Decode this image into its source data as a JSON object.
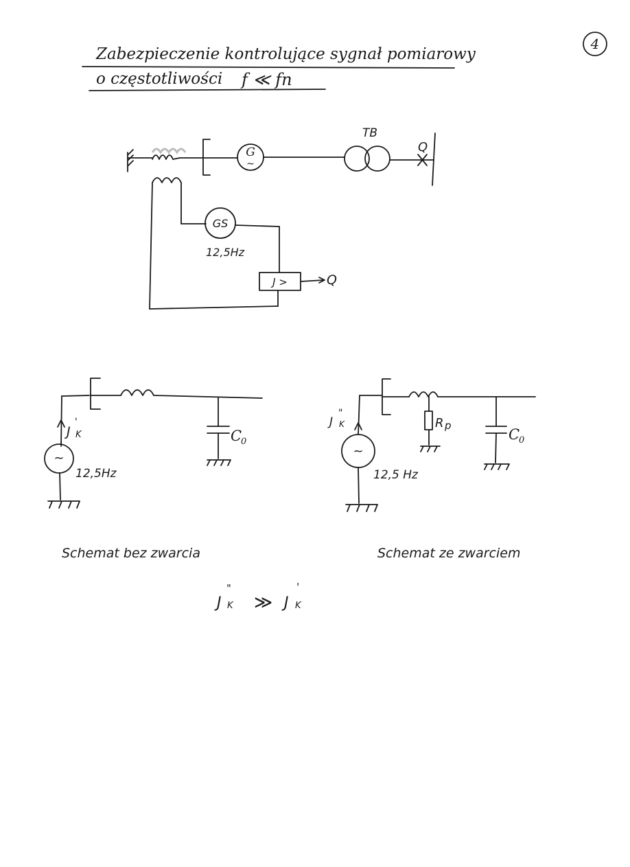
{
  "page_number": "4",
  "title": {
    "line1": "Zabezpieczenie kontrolujące sygnał pomiarowy",
    "line2_prefix": "o częstotliwości",
    "line2_formula": "f ≪ fn"
  },
  "top_diagram": {
    "transformer_label": "TB",
    "breaker_label": "Q",
    "generator_label": "G",
    "generator_symbol": "~",
    "aux_generator_label": "GS",
    "aux_generator_freq": "12,5Hz",
    "relay_label": "J >",
    "relay_output": "Q"
  },
  "left_circuit": {
    "current_label": "J",
    "current_prime": "'",
    "current_sub": "K",
    "source_symbol": "~",
    "source_freq": "12,5Hz",
    "capacitor_label": "C",
    "capacitor_sub": "0",
    "caption": "Schemat bez zwarcia"
  },
  "right_circuit": {
    "current_label": "J",
    "current_prime": "\"",
    "current_sub": "K",
    "source_symbol": "~",
    "source_freq": "12,5 Hz",
    "resistor_label": "R",
    "resistor_sub": "p",
    "capacitor_label": "C",
    "capacitor_sub": "0",
    "caption": "Schemat ze zwarciem"
  },
  "relation": {
    "lhs": "J",
    "lhs_prime": "\"",
    "lhs_sub": "K",
    "operator": "≫",
    "rhs": "J",
    "rhs_prime": "'",
    "rhs_sub": "K"
  }
}
